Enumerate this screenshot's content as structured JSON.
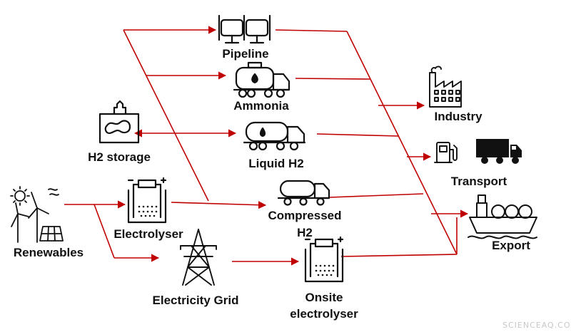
{
  "labels": {
    "pipeline": "Pipeline",
    "ammonia": "Ammonia",
    "h2_storage": "H2 storage",
    "liquid_h2": "Liquid H2",
    "compressed_h2_line1": "Compressed",
    "compressed_h2_line2": "H2",
    "electrolyser": "Electrolyser",
    "renewables": "Renewables",
    "electricity_grid": "Electricity Grid",
    "onsite_line1": "Onsite",
    "onsite_line2": "electrolyser",
    "industry": "Industry",
    "transport": "Transport",
    "export": "Export"
  },
  "watermark": "SCIENCEAQ.COM",
  "colors": {
    "flow": "#c00000",
    "icon": "#111111"
  },
  "icons": [
    "pipeline-icon",
    "ammonia-truck-icon",
    "h2-storage-icon",
    "liquid-h2-truck-icon",
    "compressed-h2-truck-icon",
    "electrolyser-icon",
    "renewables-icon",
    "electricity-pylon-icon",
    "onsite-electrolyser-icon",
    "factory-icon",
    "fuel-pump-icon",
    "delivery-truck-icon",
    "ship-icon"
  ]
}
